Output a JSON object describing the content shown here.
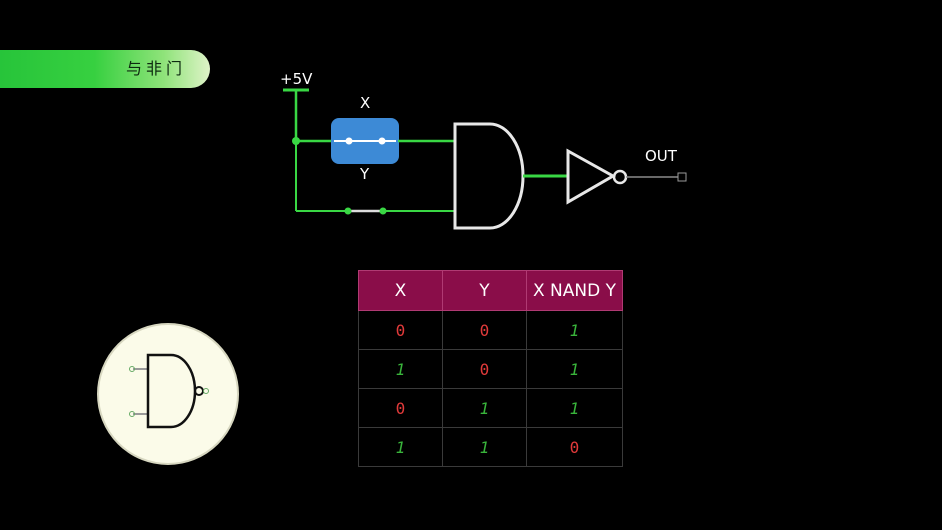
{
  "title": "与非门",
  "circuit": {
    "supply_label": "+5V",
    "switch_top_label": "X",
    "switch_bottom_label": "Y",
    "output_label": "OUT"
  },
  "truth_table": {
    "headers": [
      "X",
      "Y",
      "X NAND Y"
    ],
    "rows": [
      [
        "0",
        "0",
        "1"
      ],
      [
        "1",
        "0",
        "1"
      ],
      [
        "0",
        "1",
        "1"
      ],
      [
        "1",
        "1",
        "0"
      ]
    ]
  },
  "colors": {
    "wire_active": "#39d744",
    "gate_stroke": "#e8e8e8",
    "switch_fill": "#3d8ad6",
    "header_fill": "#8a0d49",
    "value_zero": "#e23a3a",
    "value_one": "#39b43b"
  },
  "icons": {
    "symbol": "nand-gate-icon"
  }
}
